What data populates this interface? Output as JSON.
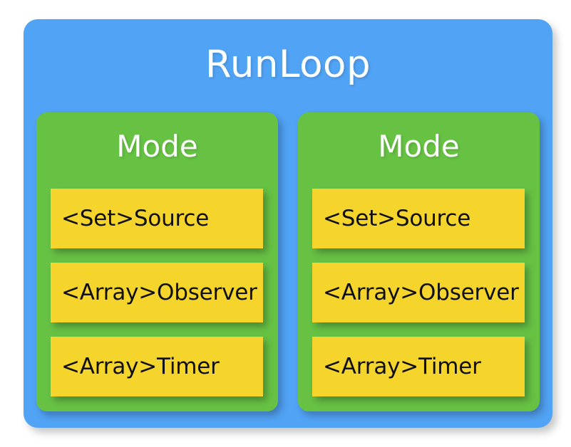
{
  "diagram": {
    "title": "RunLoop",
    "colors": {
      "outer": "#51a3f5",
      "mode": "#67c244",
      "item": "#f5d42b",
      "title_text": "#ffffff",
      "item_text": "#101010",
      "background": "#ffffff"
    },
    "modes": [
      {
        "title": "Mode",
        "items": [
          {
            "label": "<Set>Source"
          },
          {
            "label": "<Array>Observer"
          },
          {
            "label": "<Array>Timer"
          }
        ]
      },
      {
        "title": "Mode",
        "items": [
          {
            "label": "<Set>Source"
          },
          {
            "label": "<Array>Observer"
          },
          {
            "label": "<Array>Timer"
          }
        ]
      }
    ]
  }
}
